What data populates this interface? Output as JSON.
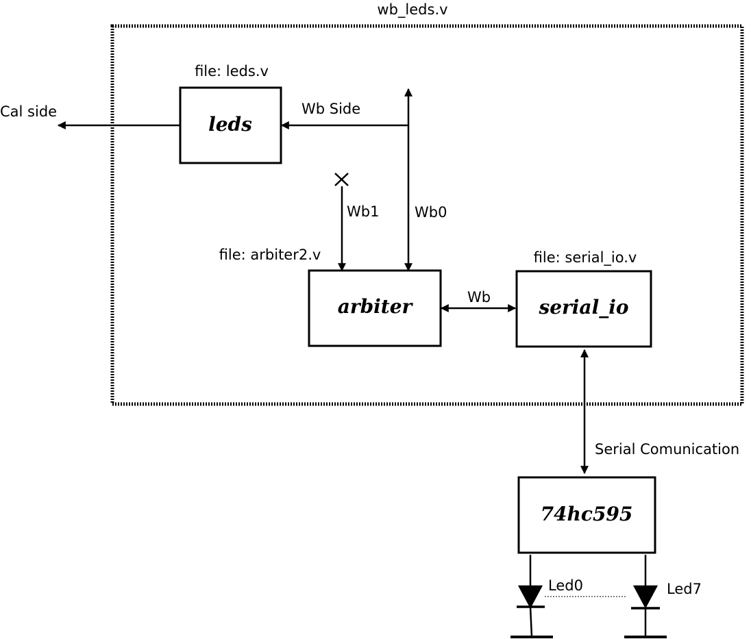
{
  "outer_box": {
    "title": "wb_leds.v"
  },
  "blocks": {
    "leds": {
      "name": "leds",
      "file": "file: leds.v"
    },
    "arbiter": {
      "name": "arbiter",
      "file": "file: arbiter2.v"
    },
    "serial_io": {
      "name": "serial_io",
      "file": "file: serial_io.v"
    },
    "shift_register": {
      "name": "74hc595"
    }
  },
  "signals": {
    "cal_side": "Cal side",
    "wb_side": "Wb Side",
    "wb0": "Wb0",
    "wb1": "Wb1",
    "wb": "Wb",
    "serial": "Serial Comunication"
  },
  "leds": {
    "led0": "Led0",
    "led7": "Led7"
  }
}
